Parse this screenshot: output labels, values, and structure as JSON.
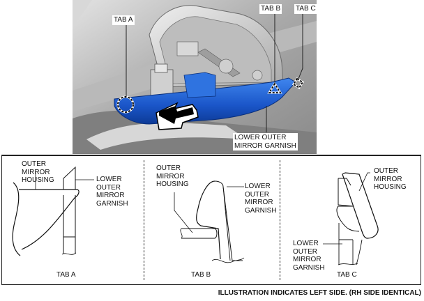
{
  "illustration": {
    "labels": {
      "tab_a": "TAB A",
      "tab_b": "TAB B",
      "tab_c": "TAB C",
      "garnish_line1": "LOWER OUTER",
      "garnish_line2": "MIRROR GARNISH"
    },
    "colors": {
      "garnish_blue": "#1f5fd0",
      "housing_gray": "#c8c8c8",
      "background_gray": "#9a9a9a"
    }
  },
  "details": [
    {
      "title": "TAB A",
      "housing_label": [
        "OUTER",
        "MIRROR",
        "HOUSING"
      ],
      "garnish_label": [
        "LOWER",
        "OUTER",
        "MIRROR",
        "GARNISH"
      ]
    },
    {
      "title": "TAB B",
      "housing_label": [
        "OUTER",
        "MIRROR",
        "HOUSING"
      ],
      "garnish_label": [
        "LOWER",
        "OUTER",
        "MIRROR",
        "GARNISH"
      ]
    },
    {
      "title": "TAB C",
      "housing_label": [
        "OUTER",
        "MIRROR",
        "HOUSING"
      ],
      "garnish_label": [
        "LOWER",
        "OUTER",
        "MIRROR",
        "GARNISH"
      ]
    }
  ],
  "caption": "ILLUSTRATION INDICATES LEFT SIDE. (RH SIDE IDENTICAL)"
}
